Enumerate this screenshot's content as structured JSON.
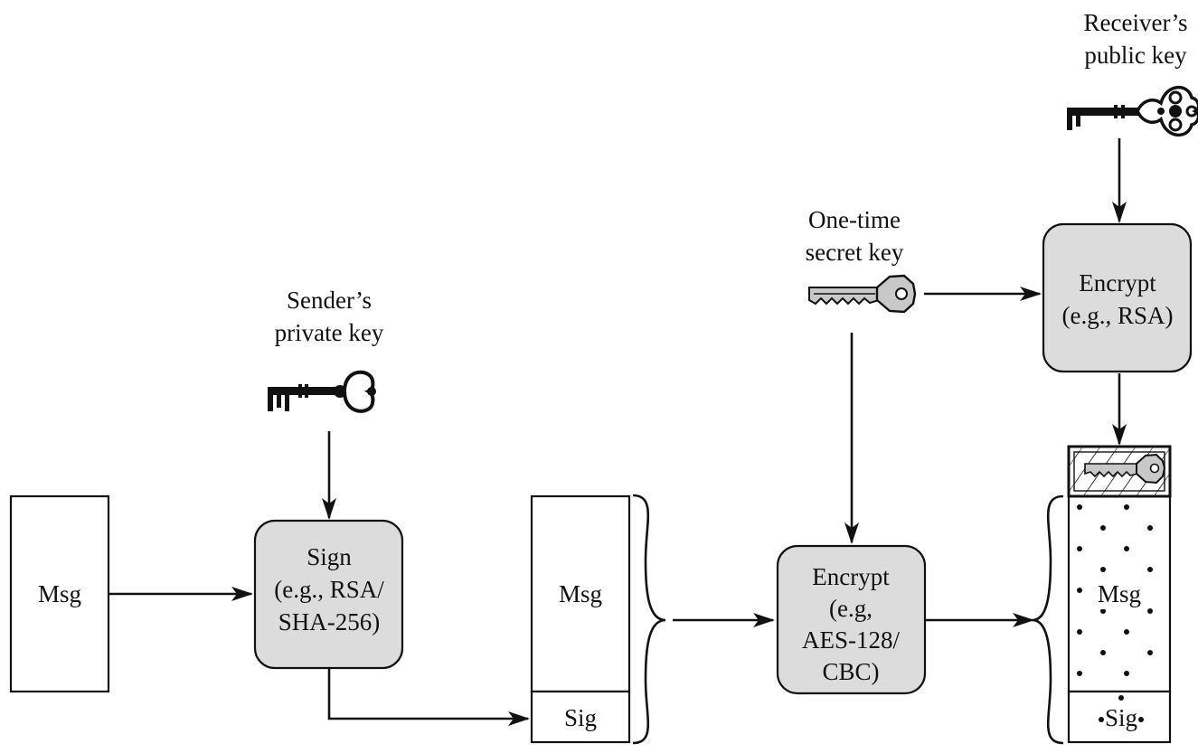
{
  "labels": {
    "receiver_key_line1": "Receiver’s",
    "receiver_key_line2": "public key",
    "onetime_key_line1": "One-time",
    "onetime_key_line2": "secret key",
    "sender_key_line1": "Sender’s",
    "sender_key_line2": "private key"
  },
  "boxes": {
    "msg_original": "Msg",
    "msg_signed": "Msg",
    "sig_signed": "Sig",
    "msg_encrypted": "Msg",
    "sig_encrypted": "Sig"
  },
  "processes": {
    "sign": [
      "Sign",
      "(e.g., RSA/",
      "SHA-256)"
    ],
    "encrypt_aes": [
      "Encrypt",
      "(e.g,",
      "AES-128/",
      "CBC)"
    ],
    "encrypt_rsa": [
      "Encrypt",
      "(e.g., RSA)"
    ]
  },
  "icons": {
    "receiver_key": "ornate-key-icon",
    "onetime_key": "house-key-icon",
    "sender_key": "skeleton-key-icon"
  },
  "colors": {
    "process_fill": "#dcdcdc",
    "stroke": "#111111"
  }
}
